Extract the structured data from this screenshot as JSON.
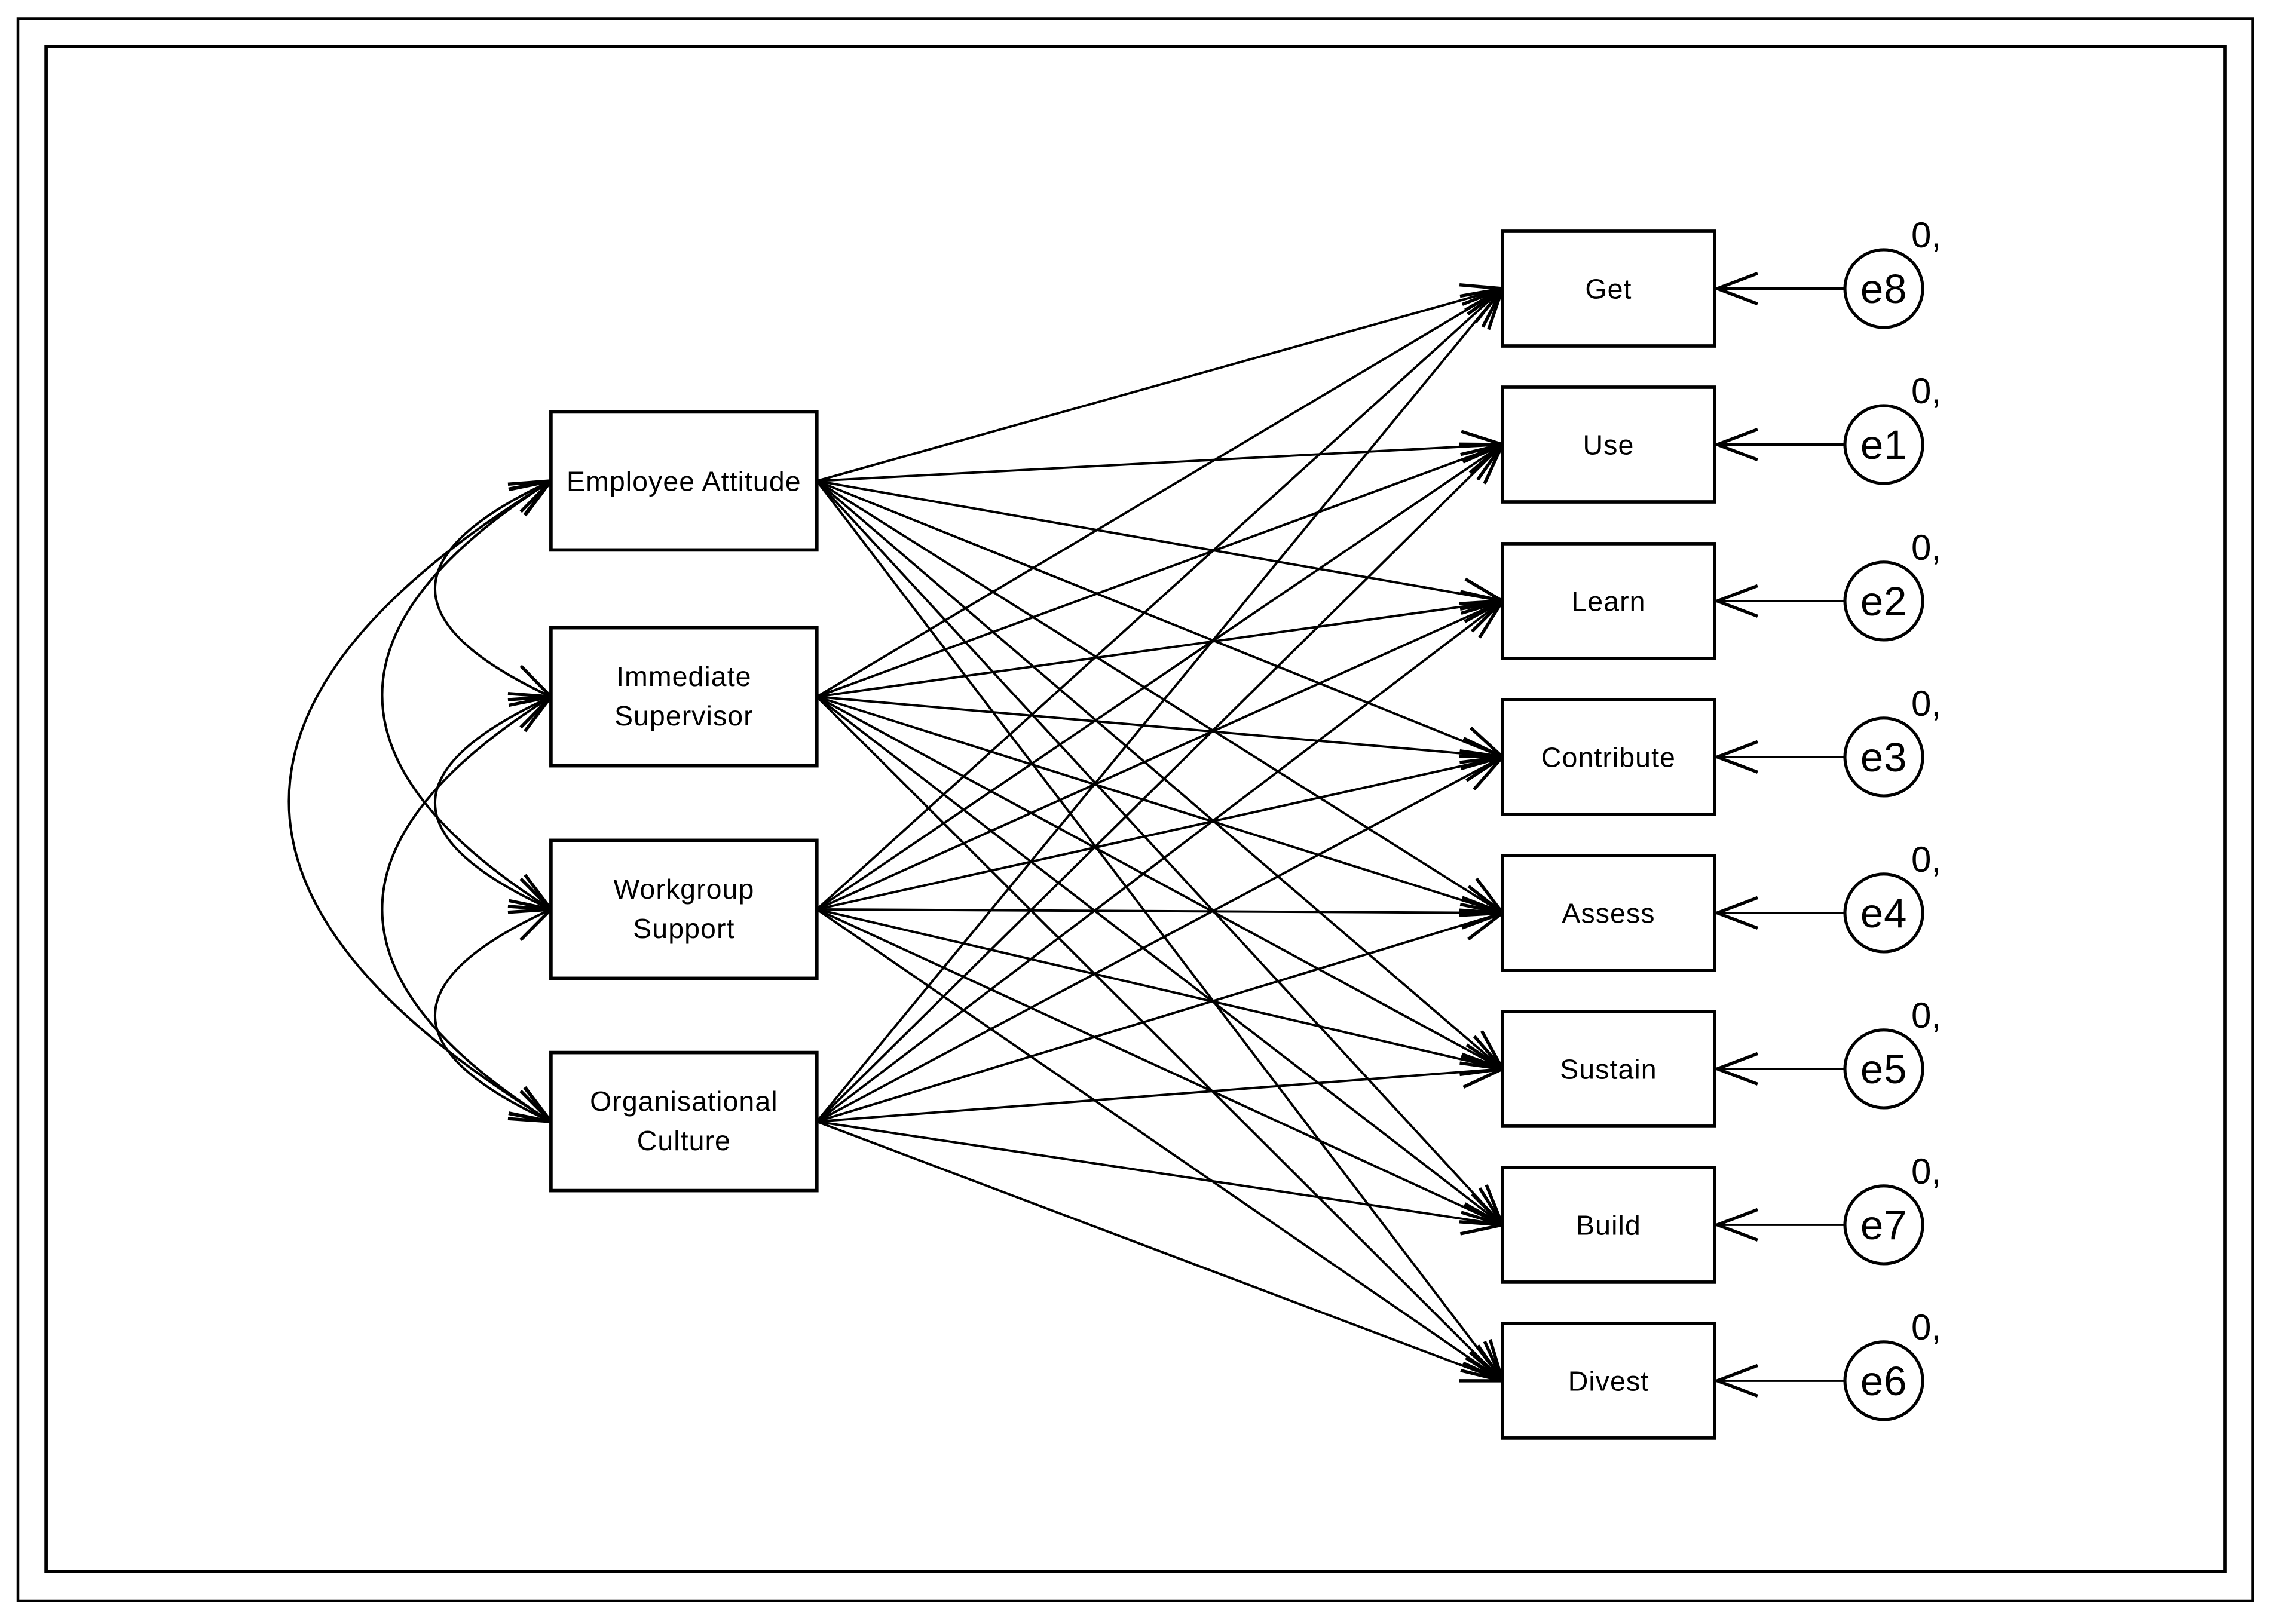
{
  "page": {
    "background": "#ffffff",
    "ink": "#000000"
  },
  "diagram": {
    "type": "sem-path-diagram",
    "predictors": [
      {
        "id": "employee-attitude",
        "label": "Employee Attitude",
        "lines": [
          "Employee Attitude"
        ]
      },
      {
        "id": "immediate-supervisor",
        "label": "Immediate Supervisor",
        "lines": [
          "Immediate",
          "Supervisor"
        ]
      },
      {
        "id": "workgroup-support",
        "label": "Workgroup Support",
        "lines": [
          "Workgroup",
          "Support"
        ]
      },
      {
        "id": "organisational-culture",
        "label": "Organisational Culture",
        "lines": [
          "Organisational",
          "Culture"
        ]
      }
    ],
    "outcomes": [
      {
        "id": "get",
        "label": "Get",
        "error": "e8",
        "variance_label": "0,"
      },
      {
        "id": "use",
        "label": "Use",
        "error": "e1",
        "variance_label": "0,"
      },
      {
        "id": "learn",
        "label": "Learn",
        "error": "e2",
        "variance_label": "0,"
      },
      {
        "id": "contribute",
        "label": "Contribute",
        "error": "e3",
        "variance_label": "0,"
      },
      {
        "id": "assess",
        "label": "Assess",
        "error": "e4",
        "variance_label": "0,"
      },
      {
        "id": "sustain",
        "label": "Sustain",
        "error": "e5",
        "variance_label": "0,"
      },
      {
        "id": "build",
        "label": "Build",
        "error": "e7",
        "variance_label": "0,"
      },
      {
        "id": "divest",
        "label": "Divest",
        "error": "e6",
        "variance_label": "0,"
      }
    ],
    "regression_paths": "every predictor to every outcome",
    "covariances": [
      {
        "between": [
          "employee-attitude",
          "immediate-supervisor"
        ],
        "depth": "adjacent"
      },
      {
        "between": [
          "immediate-supervisor",
          "workgroup-support"
        ],
        "depth": "adjacent"
      },
      {
        "between": [
          "workgroup-support",
          "organisational-culture"
        ],
        "depth": "adjacent"
      },
      {
        "between": [
          "employee-attitude",
          "workgroup-support"
        ],
        "depth": "skip"
      },
      {
        "between": [
          "immediate-supervisor",
          "organisational-culture"
        ],
        "depth": "skip"
      },
      {
        "between": [
          "employee-attitude",
          "organisational-culture"
        ],
        "depth": "wide"
      }
    ]
  }
}
